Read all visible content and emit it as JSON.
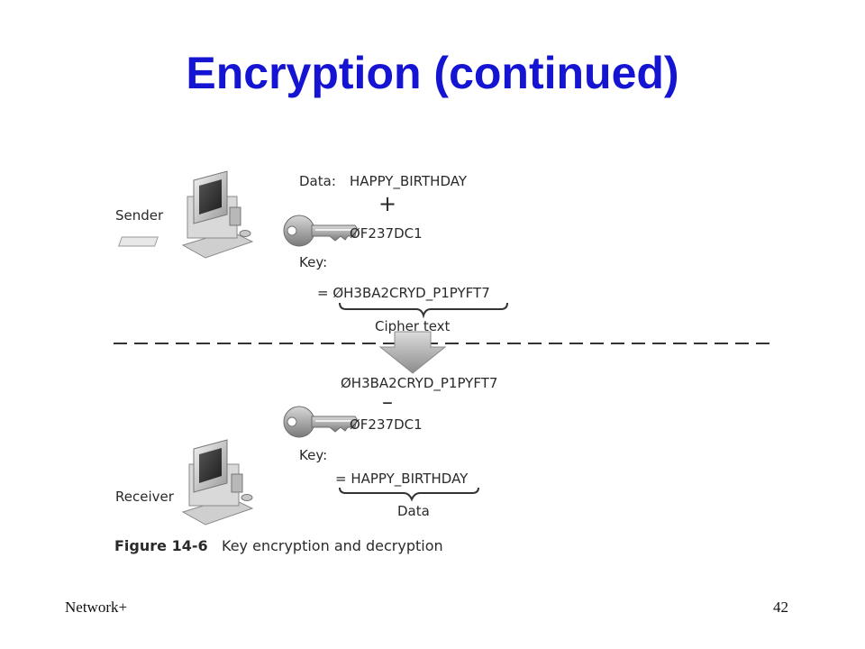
{
  "slide": {
    "title": "Encryption (continued)",
    "footer_left": "Network+",
    "page_number": "42"
  },
  "figure": {
    "sender_label": "Sender",
    "receiver_label": "Receiver",
    "data_prefix": "Data:",
    "data_value": "HAPPY_BIRTHDAY",
    "plus": "+",
    "minus": "–",
    "key_value_top": "ØF237DC1",
    "key_label_top": "Key:",
    "cipher_line": "=  ØH3BA2CRYD_P1PYFT7",
    "cipher_text_label": "Cipher text",
    "cipher_received": "ØH3BA2CRYD_P1PYFT7",
    "key_value_bottom": "ØF237DC1",
    "key_label_bottom": "Key:",
    "result_line": "= HAPPY_BIRTHDAY",
    "data_label": "Data",
    "caption_number": "Figure 14-6",
    "caption_text": "Key encryption and decryption"
  }
}
